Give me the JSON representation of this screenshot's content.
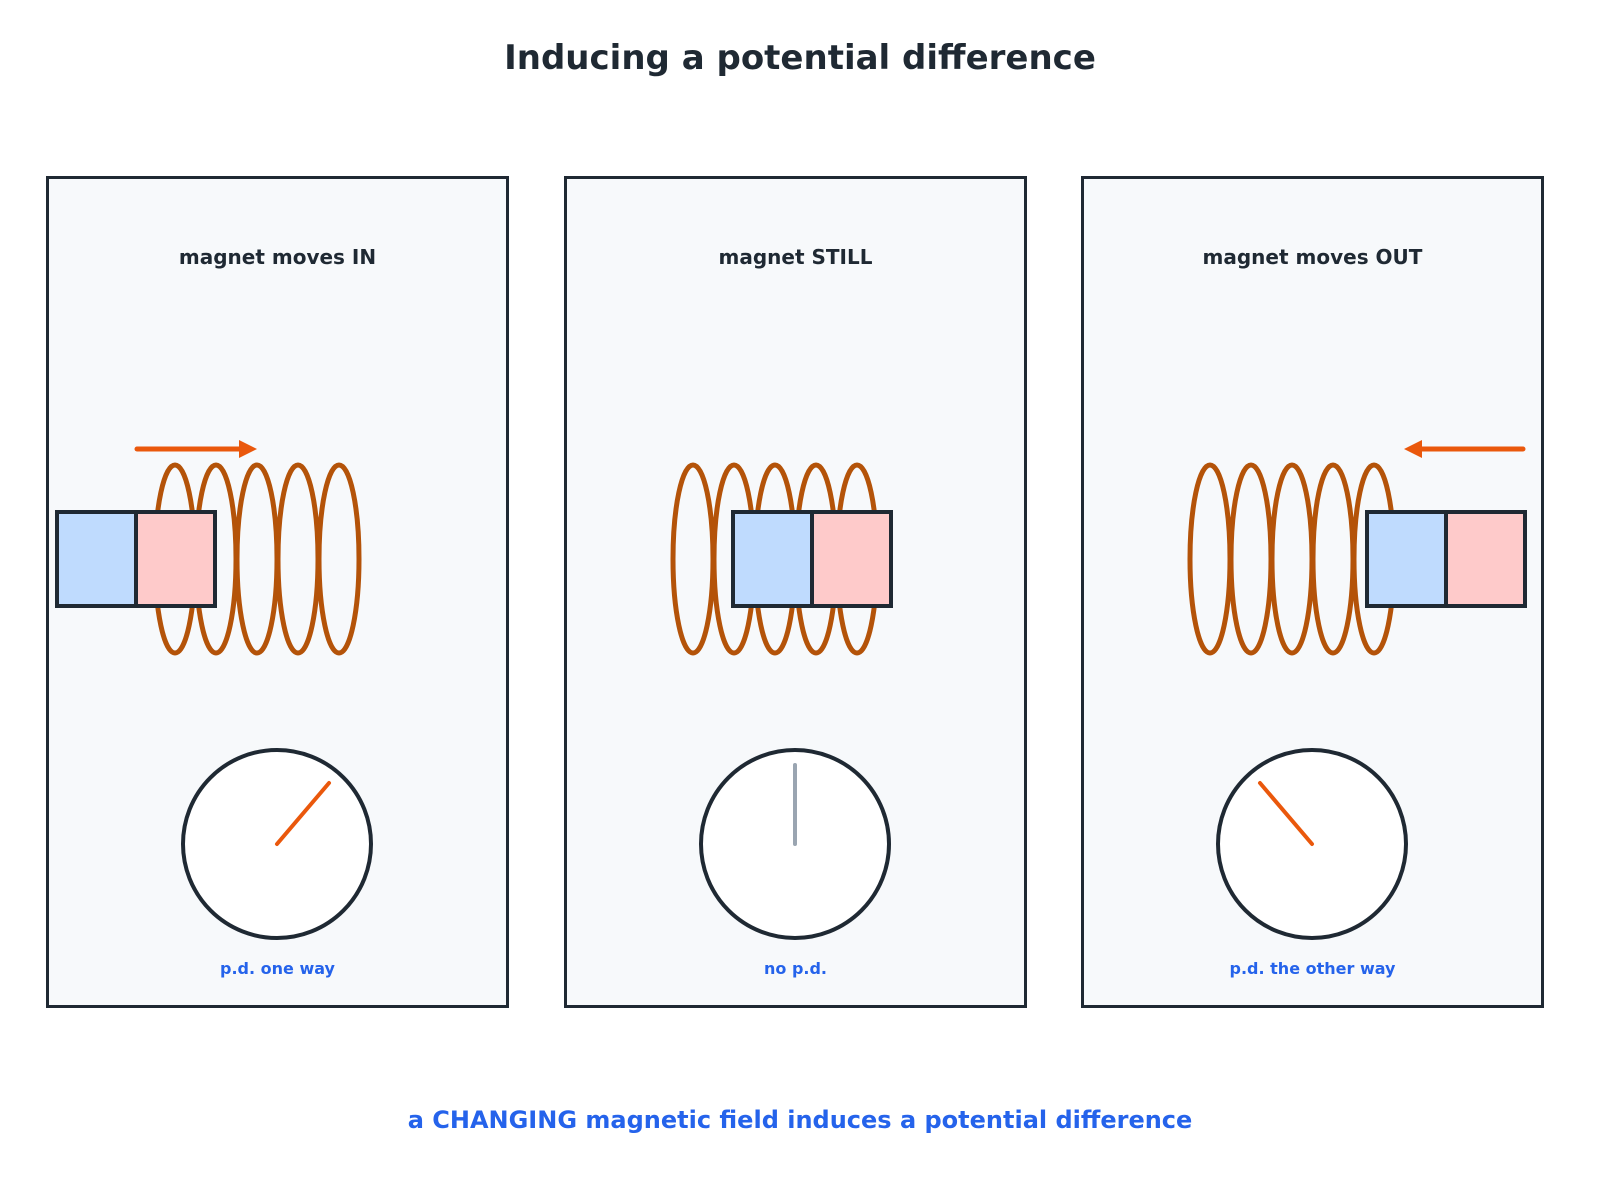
{
  "title": "Inducing a potential difference",
  "footer": "a CHANGING magnetic field induces a potential difference",
  "colors": {
    "text": "#1f2933",
    "accent_text": "#2563eb",
    "coil": "#b45309",
    "arrow": "#ea580c",
    "needle_active": "#ea580c",
    "needle_idle": "#9aa5b1",
    "magnet_north": "#bfdbfe",
    "magnet_south": "#fecaca",
    "panel_bg": "#f7f9fb",
    "border": "#1f2933"
  },
  "panels": [
    {
      "heading": "magnet moves IN",
      "caption": "p.d. one way",
      "magnet_state": "moving in",
      "arrow": "right",
      "needle": "deflected right"
    },
    {
      "heading": "magnet STILL",
      "caption": "no p.d.",
      "magnet_state": "inside coil, still",
      "arrow": "none",
      "needle": "centre"
    },
    {
      "heading": "magnet moves OUT",
      "caption": "p.d. the other way",
      "magnet_state": "moving out",
      "arrow": "left",
      "needle": "deflected left"
    }
  ]
}
